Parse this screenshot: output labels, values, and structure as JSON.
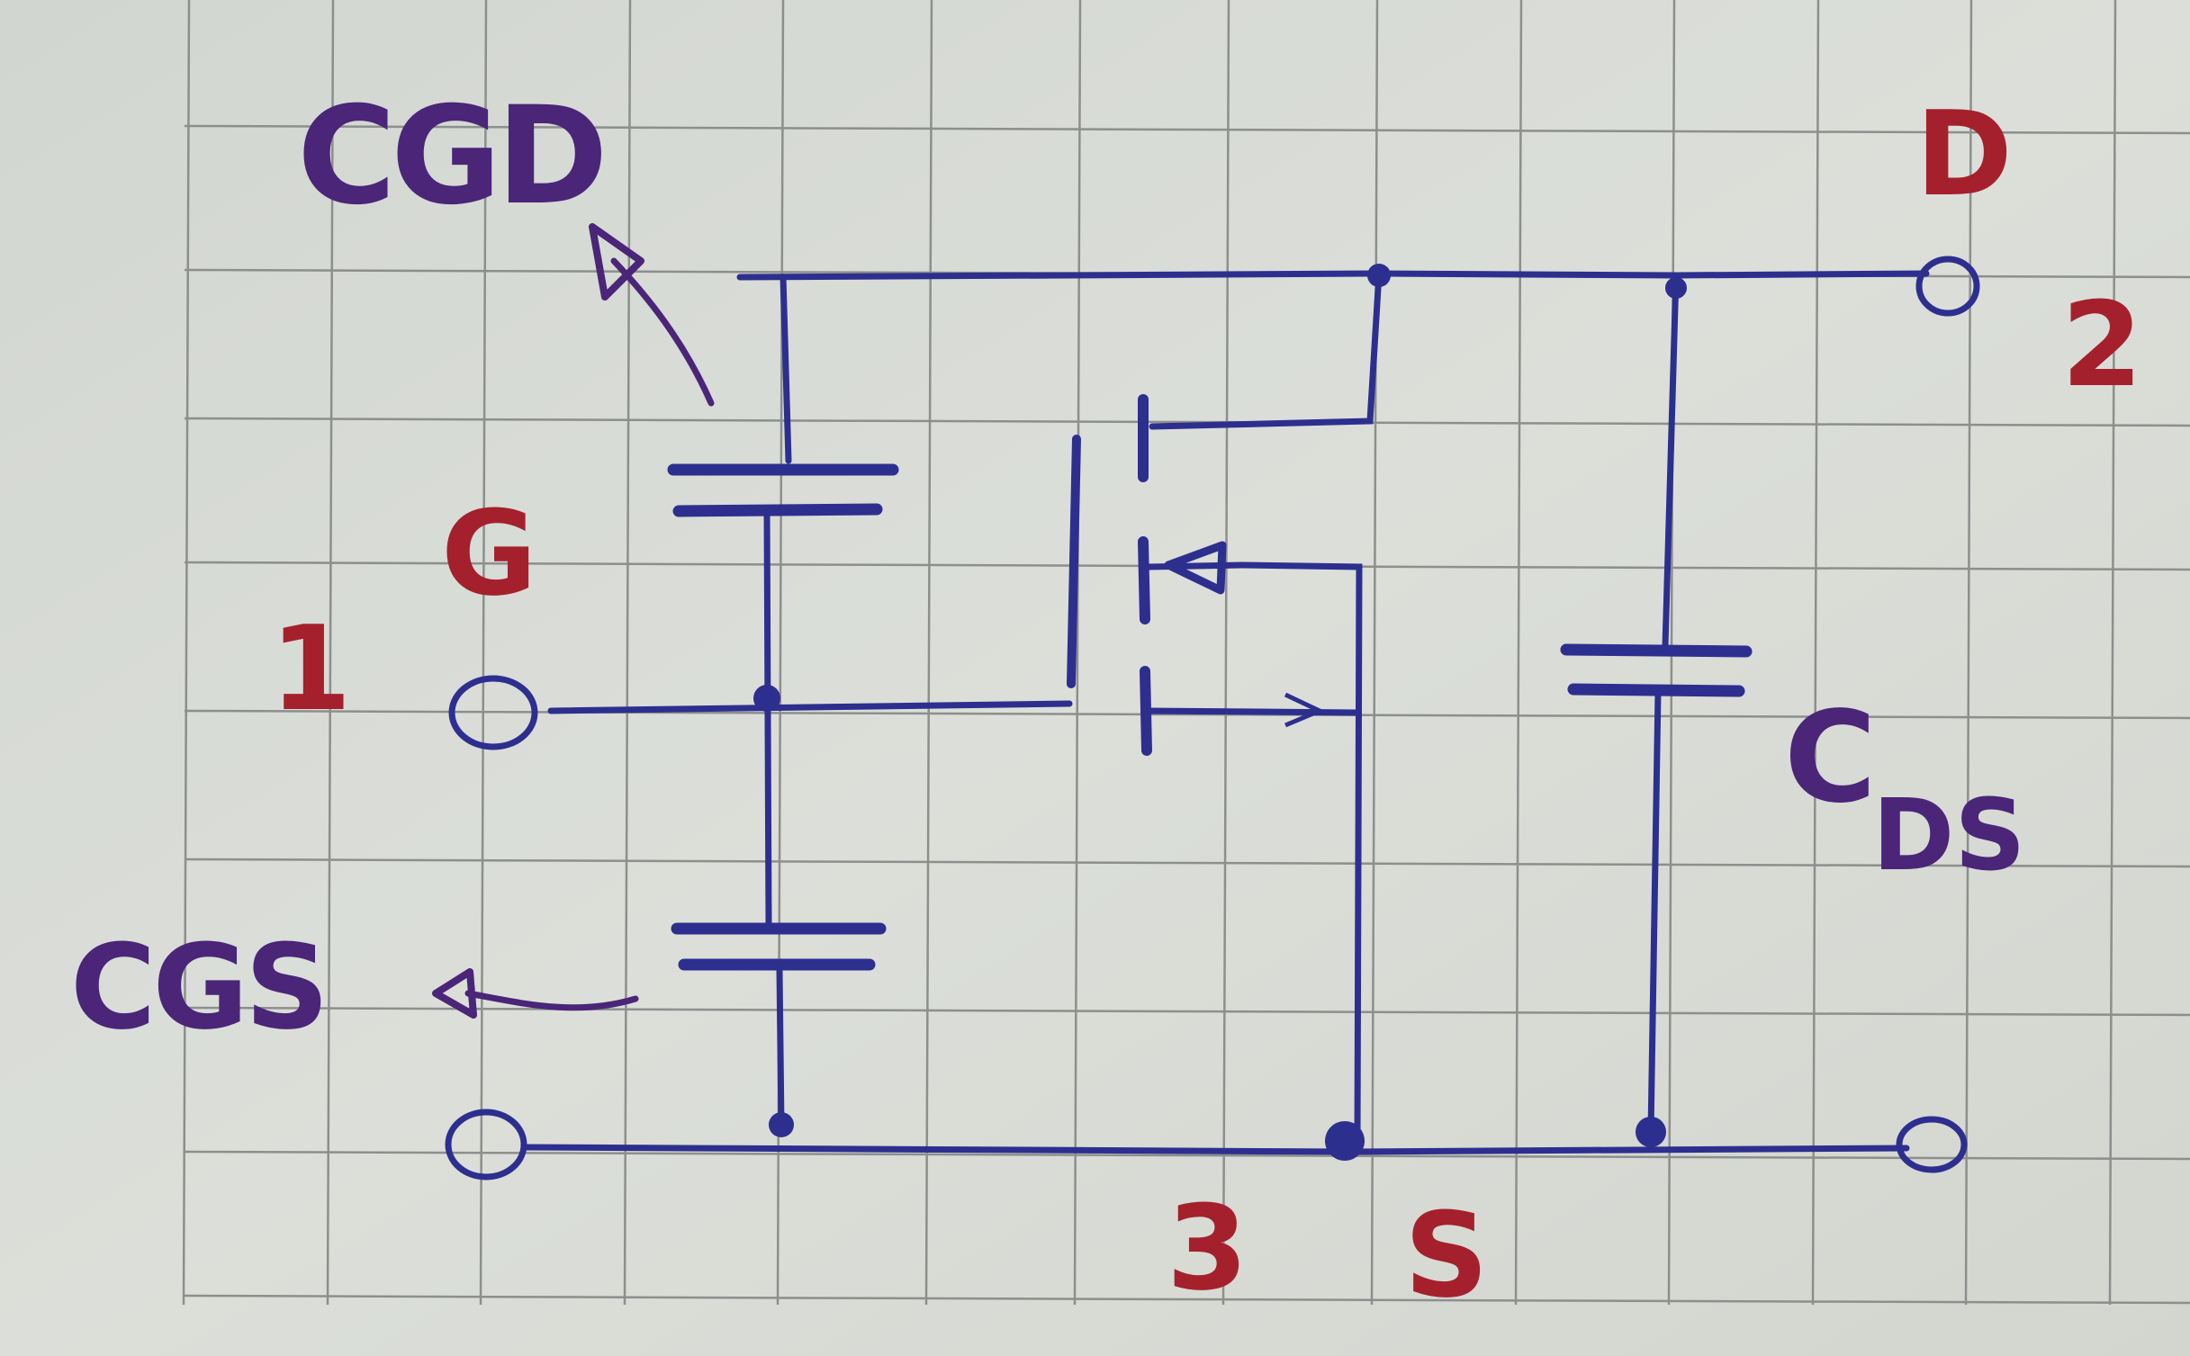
{
  "labels": {
    "cgd": "CGD",
    "g": "G",
    "pin1": "1",
    "cgs": "CGS",
    "d": "D",
    "pin2": "2",
    "cds_main": "C",
    "cds_sub": "DS",
    "pin3": "3",
    "s": "S"
  },
  "colors": {
    "paper": "#d9dcd6",
    "grid": "#8c8f8c",
    "wire": "#2d2f8f",
    "purple": "#4a2578",
    "red": "#a5202d"
  }
}
